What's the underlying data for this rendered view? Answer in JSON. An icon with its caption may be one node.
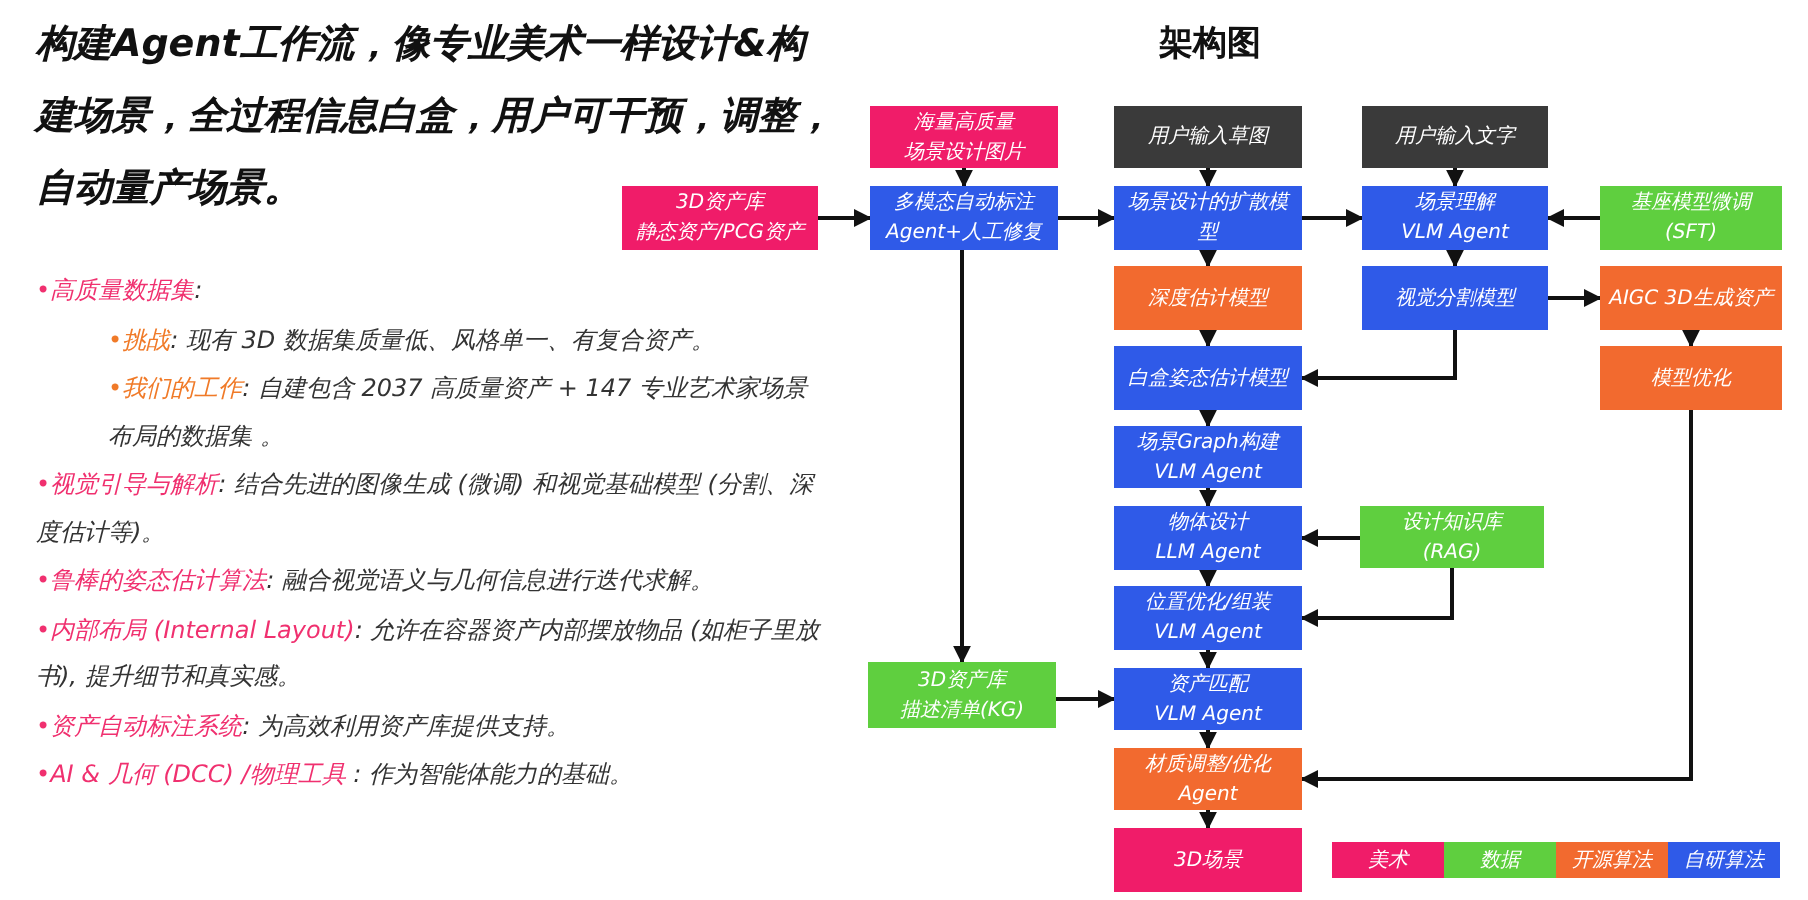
{
  "diagram": {
    "title": "构建Agent工作流，像专业美术一样设计&构建场景，全过程信息白盒，用户可干预，调整，自动量产场景。",
    "nodes": [
      {
        "text": [
          "3D资产库",
          "静态资产/PCG资产"
        ]
      },
      {
        "text": [
          "海量高质量",
          "场景设计图片"
        ]
      },
      {
        "text": [
          "多模态自动标注",
          "Agent+人工修复"
        ]
      },
      {
        "text": [
          "用户输入草图"
        ]
      },
      {
        "text": [
          "用户输入文字"
        ]
      },
      {
        "text": [
          "场景设计的扩散模型"
        ]
      },
      {
        "text": [
          "场景理解",
          "VLM Agent"
        ]
      },
      {
        "text": [
          "基座模型微调",
          "(SFT)"
        ]
      },
      {
        "text": [
          "深度估计模型"
        ]
      },
      {
        "text": [
          "视觉分割模型"
        ]
      },
      {
        "text": [
          "AIGC 3D生成资产"
        ]
      },
      {
        "text": [
          "白盒姿态估计模型"
        ]
      },
      {
        "text": [
          "模型优化"
        ]
      },
      {
        "text": [
          "场景Graph构建",
          "VLM Agent"
        ]
      },
      {
        "text": [
          "物体设计",
          "LLM Agent"
        ]
      },
      {
        "text": [
          "设计知识库",
          "(RAG)"
        ]
      },
      {
        "text": [
          "位置优化/组装",
          "VLM Agent"
        ]
      },
      {
        "text": [
          "3D资产库",
          "描述清单(KG)"
        ]
      },
      {
        "text": [
          "资产匹配",
          "VLM Agent"
        ]
      },
      {
        "text": [
          "材质调整/优化",
          "Agent"
        ]
      },
      {
        "text": [
          "3D场景"
        ]
      }
    ],
    "edges": [
      {
        "from": 0,
        "to": 2,
        "arrow": "to"
      },
      {
        "from": 1,
        "to": 2,
        "arrow": "to"
      },
      {
        "from": 2,
        "to": 5,
        "arrow": "to"
      },
      {
        "from": 2,
        "to": 17,
        "arrow": "to"
      },
      {
        "from": 3,
        "to": 5,
        "arrow": "to"
      },
      {
        "from": 4,
        "to": 6,
        "arrow": "to"
      },
      {
        "from": 5,
        "to": 6,
        "arrow": "to"
      },
      {
        "from": 7,
        "to": 6,
        "arrow": "to"
      },
      {
        "from": 5,
        "to": 8,
        "arrow": "to"
      },
      {
        "from": 6,
        "to": 9,
        "arrow": "to"
      },
      {
        "from": 9,
        "to": 10,
        "arrow": "to"
      },
      {
        "from": 9,
        "to": 11,
        "arrow": "to"
      },
      {
        "from": 10,
        "to": 12,
        "arrow": "to"
      },
      {
        "from": 8,
        "to": 11,
        "arrow": "to"
      },
      {
        "from": 11,
        "to": 13,
        "arrow": "to"
      },
      {
        "from": 13,
        "to": 14,
        "arrow": "to"
      },
      {
        "from": 15,
        "to": 14,
        "arrow": "to"
      },
      {
        "from": 15,
        "to": 16,
        "arrow": "to"
      },
      {
        "from": 14,
        "to": 16,
        "arrow": "to"
      },
      {
        "from": 16,
        "to": 18,
        "arrow": "to"
      },
      {
        "from": 17,
        "to": 18,
        "arrow": "to"
      },
      {
        "from": 18,
        "to": 19,
        "arrow": "to"
      },
      {
        "from": 12,
        "to": 19,
        "arrow": "to"
      },
      {
        "from": 19,
        "to": 20,
        "arrow": "to"
      }
    ],
    "labels": [
      "架构图",
      "•高质量数据集",
      ":",
      "•挑战",
      ": 现有 3D 数据集质量低、风格单一、有复合资产。",
      "•我们的工作",
      ": 自建包含 2037 高质量资产 + 147 专业艺术家场景布局的数据集 。",
      "•视觉引导与解析",
      ": 结合先进的图像生成 (微调) 和视觉基础模型 (分割、深度估计等)。",
      "•鲁棒的姿态估计算法",
      ": 融合视觉语义与几何信息进行迭代求解。",
      "•内部布局 (Internal Layout)",
      ": 允许在容器资产内部摆放物品 (如柜子里放书), 提升细节和真实感。",
      "•资产自动标注系统",
      ":  为高效利用资产库提供支持。",
      "•AI & 几何 (DCC) /物理工具",
      " : 作为智能体能力的基础。"
    ],
    "legend": [
      {
        "text": "美术",
        "color": "#f01c69"
      },
      {
        "text": "数据",
        "color": "#5fcf3f"
      },
      {
        "text": "开源算法",
        "color": "#f26a2f"
      },
      {
        "text": "自研算法",
        "color": "#2f5ae8"
      }
    ]
  }
}
